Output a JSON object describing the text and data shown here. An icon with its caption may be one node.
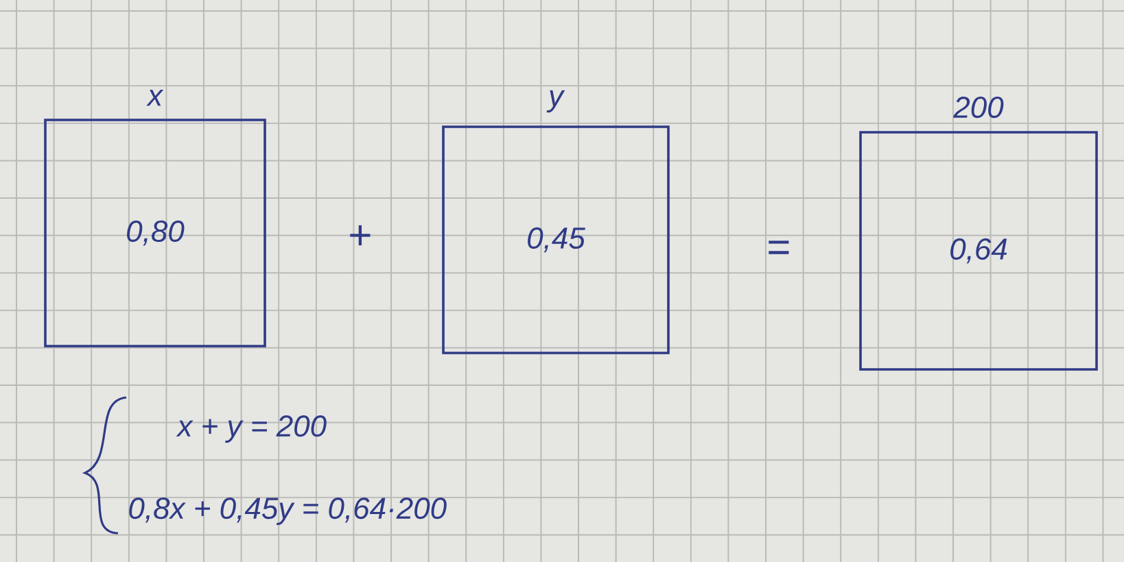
{
  "diagram": {
    "nodes": [
      {
        "text": [
          "x",
          "0,80"
        ]
      },
      {
        "text": [
          "y",
          "0,45"
        ]
      },
      {
        "text": [
          "200",
          "0,64"
        ]
      }
    ],
    "labels": [
      "+",
      "=",
      "x + y = 200",
      "0,8x + 0,45y = 0,64·200"
    ]
  }
}
